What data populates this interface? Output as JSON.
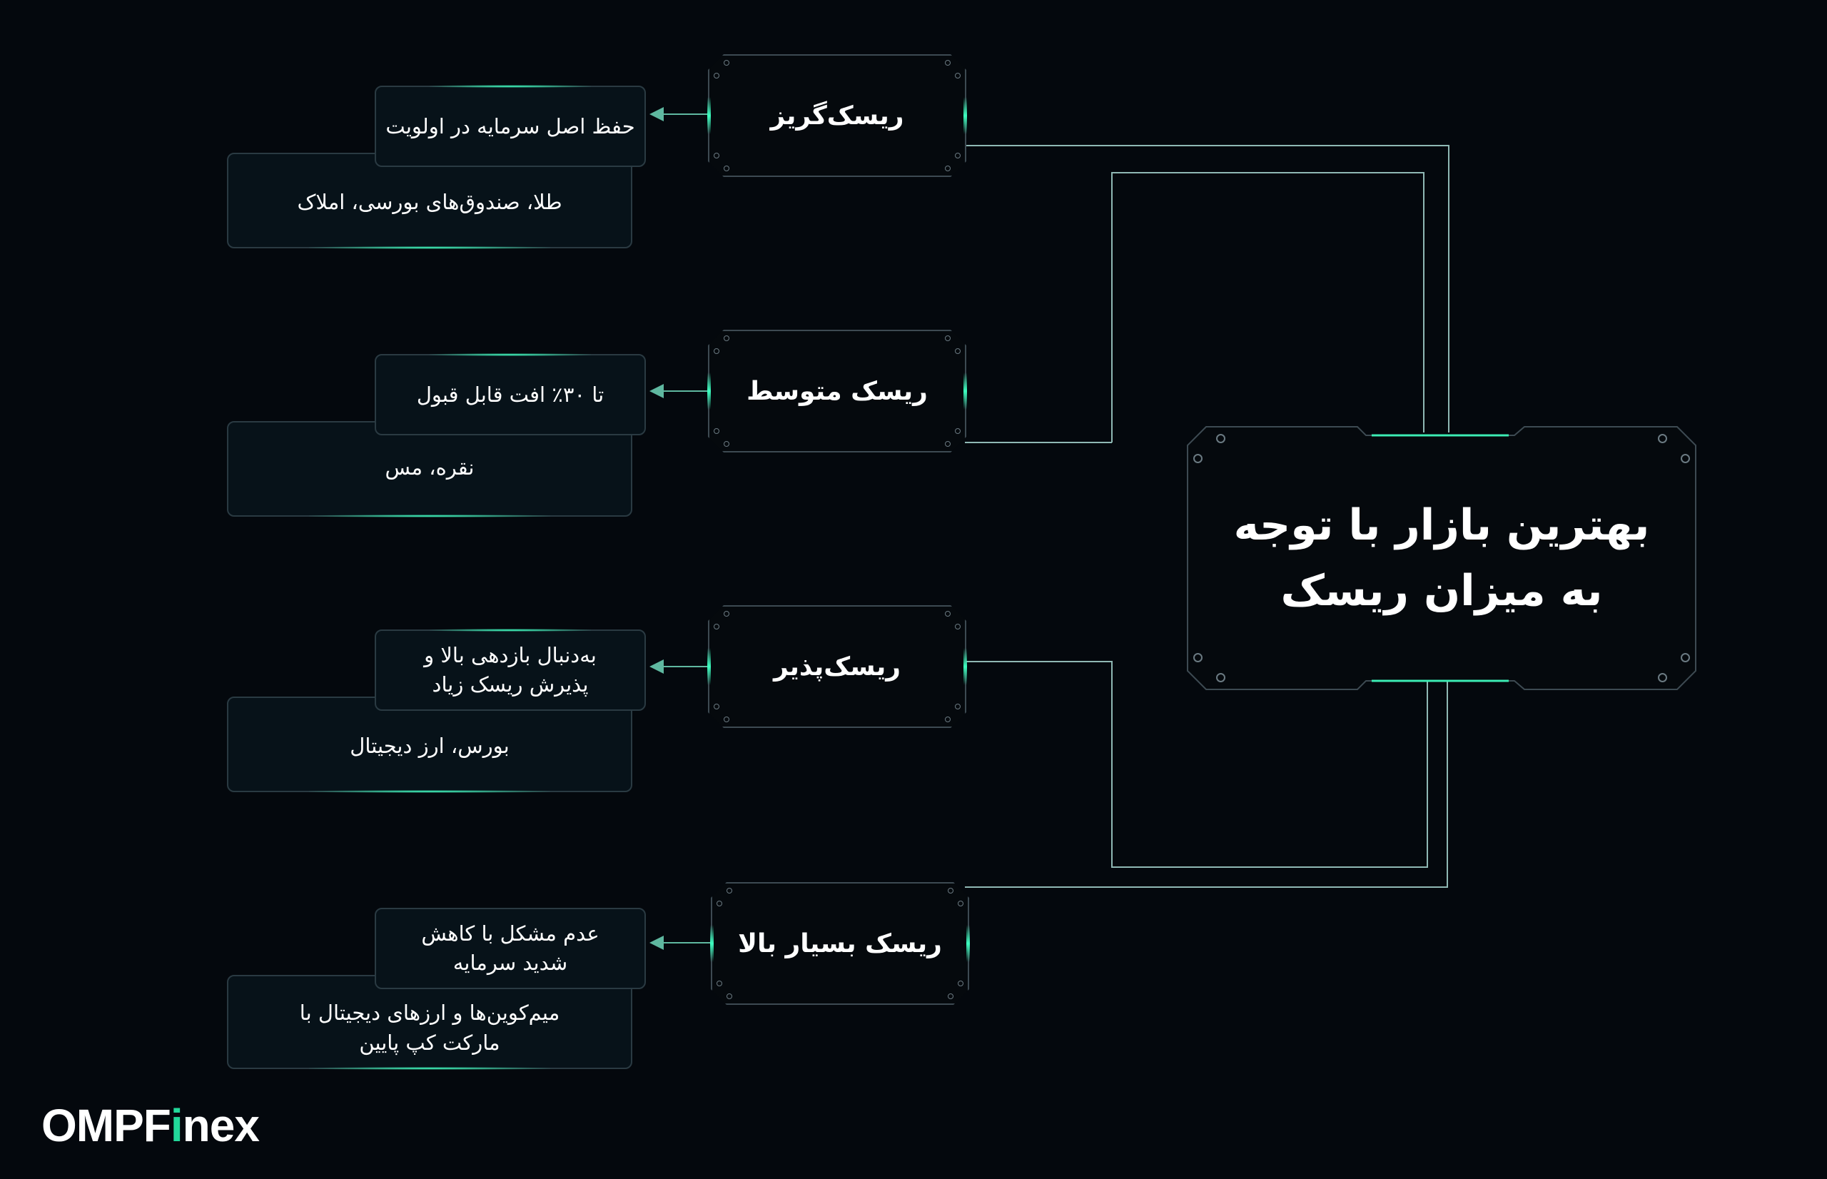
{
  "title_line1": "بهترین بازار با توجه",
  "title_line2": "به میزان ریسک",
  "profiles": [
    {
      "label": "ریسک‌گریز",
      "reason_lines": [
        "حفظ اصل سرمایه در اولویت"
      ],
      "market_lines": [
        "طلا، صندوق‌های بورسی، املاک"
      ]
    },
    {
      "label": "ریسک متوسط",
      "reason_lines": [
        "تا ۳۰٪ افت قابل قبول"
      ],
      "market_lines": [
        "نقره، مس"
      ]
    },
    {
      "label": "ریسک‌پذیر",
      "reason_lines": [
        "به‌دنبال بازدهی بالا و",
        "پذیرش ریسک زیاد"
      ],
      "market_lines": [
        "بورس، ارز دیجیتال"
      ]
    },
    {
      "label": "ریسک بسیار بالا",
      "reason_lines": [
        "عدم مشکل با کاهش",
        "شدید سرمایه"
      ],
      "market_lines": [
        "میم‌کوین‌ها و ارزهای دیجیتال با",
        "مارکت کپ پایین"
      ]
    }
  ],
  "brand": {
    "prefix": "OMPF",
    "accent": "i",
    "suffix": "nex",
    "accent_color": "#22d89a"
  },
  "colors": {
    "background": "#04080d",
    "glow": "#3dffc0",
    "line": "#8fb8b4"
  }
}
